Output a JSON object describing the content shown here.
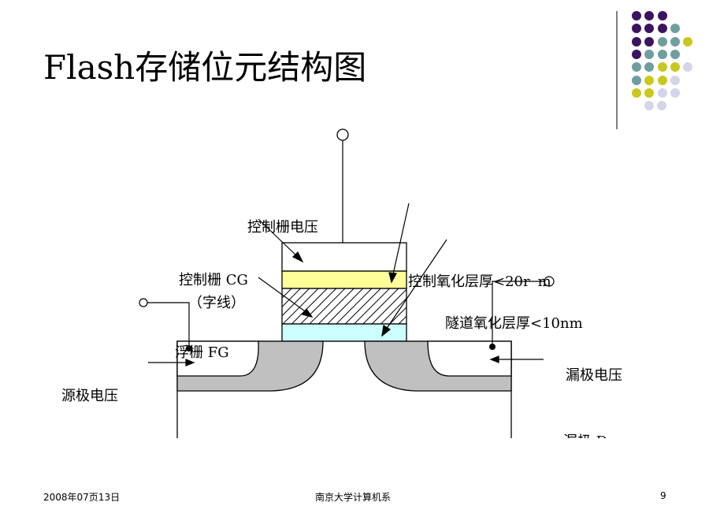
{
  "slide": {
    "title": "Flash存储位元结构图",
    "page_number": "9",
    "footer_date": "2008年07页13日",
    "footer_org": "南京大学计算机系"
  },
  "diagram": {
    "labels": {
      "control_gate_voltage": "控制栅电压",
      "control_gate": "控制栅 CG",
      "word_line": "（字线）",
      "control_oxide": "控制氧化层厚<20r",
      "control_oxide_unit": "m",
      "tunnel_oxide": "隧道氧化层厚<10nm",
      "floating_gate": "浮栅 FG",
      "source_voltage": "源极电压",
      "drain_voltage": "漏极电压",
      "drain": "漏极 D"
    }
  },
  "colors": {
    "purple": "#3c1361",
    "teal": "#6f9ea0",
    "yellow": "#c8c81e",
    "lavender": "#d4d4ea",
    "control_oxide": "#ffff99",
    "tunnel_oxide": "#ccffff",
    "diffusion": "#c0c0c0"
  },
  "decor_dots": [
    [
      "purple",
      "purple",
      "purple"
    ],
    [
      "purple",
      "purple",
      "purple",
      "teal"
    ],
    [
      "purple",
      "purple",
      "teal",
      "teal",
      "yellow"
    ],
    [
      "purple",
      "teal",
      "teal",
      "teal"
    ],
    [
      "teal",
      "teal",
      "yellow",
      "yellow",
      "lavender"
    ],
    [
      "teal",
      "yellow",
      "yellow",
      "lavender"
    ],
    [
      "yellow",
      "yellow",
      "lavender",
      "lavender"
    ],
    [
      "lavender",
      "lavender"
    ]
  ]
}
